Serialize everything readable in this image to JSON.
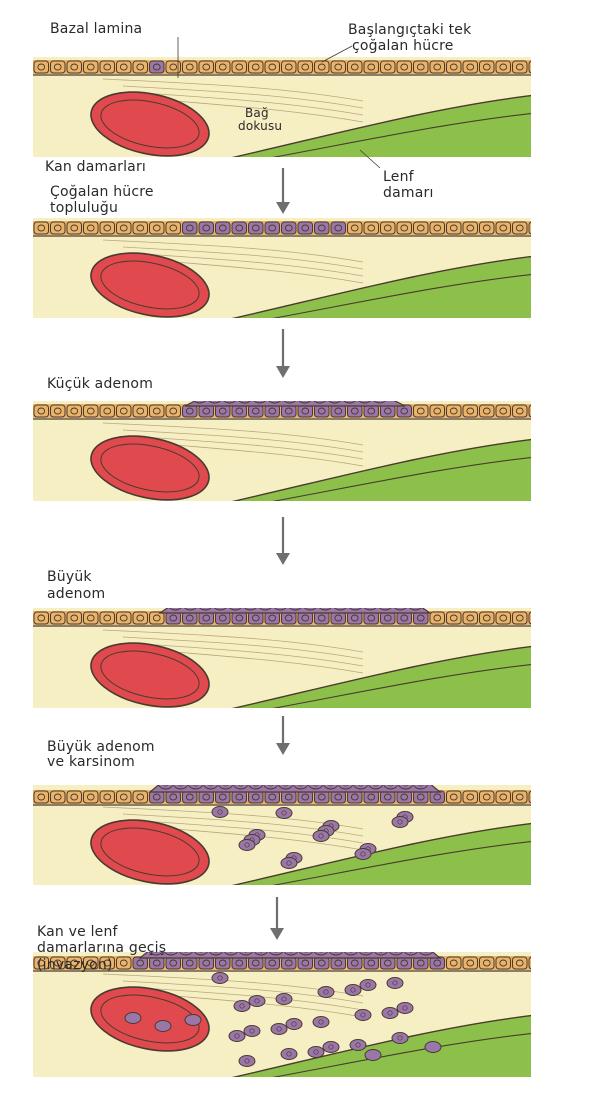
{
  "labels": {
    "bazal_lamina": "Bazal lamina",
    "baslangictaki_tek": "Başlangıçtaki tek",
    "cogalan_hucre": "çoğalan hücre",
    "bag": "Bağ",
    "dokusu": "dokusu",
    "kan_damarlari": "Kan damarları",
    "lenf": "Lenf",
    "damari": "damarı",
    "cogalan_hucre_2": "Çoğalan hücre",
    "toplulugu": "topluluğu",
    "kucuk_adenom": "Küçük adenom",
    "buyuk_1": "Büyük",
    "adenom_1": "adenom",
    "buyuk_adenom": "Büyük adenom",
    "ve_karsinom": "ve karsinom",
    "kan_ve_lenf": "Kan ve lenf",
    "damarlarina_gecis": "damarlarına geçiş",
    "invazyon": "(invazyon)"
  },
  "colors": {
    "epithelium": "#e9b46a",
    "tumor": "#9a77a8",
    "tissue": "#f6efc4",
    "blood_vessel": "#e04a4e",
    "lymph_vessel": "#8cc04a",
    "outline": "#4a3a30",
    "arrow": "#6f6f6f"
  },
  "panels": [
    {
      "stage": "single_cell"
    },
    {
      "stage": "cell_cluster"
    },
    {
      "stage": "small_adenoma"
    },
    {
      "stage": "large_adenoma"
    },
    {
      "stage": "carcinoma"
    },
    {
      "stage": "invasion"
    }
  ]
}
